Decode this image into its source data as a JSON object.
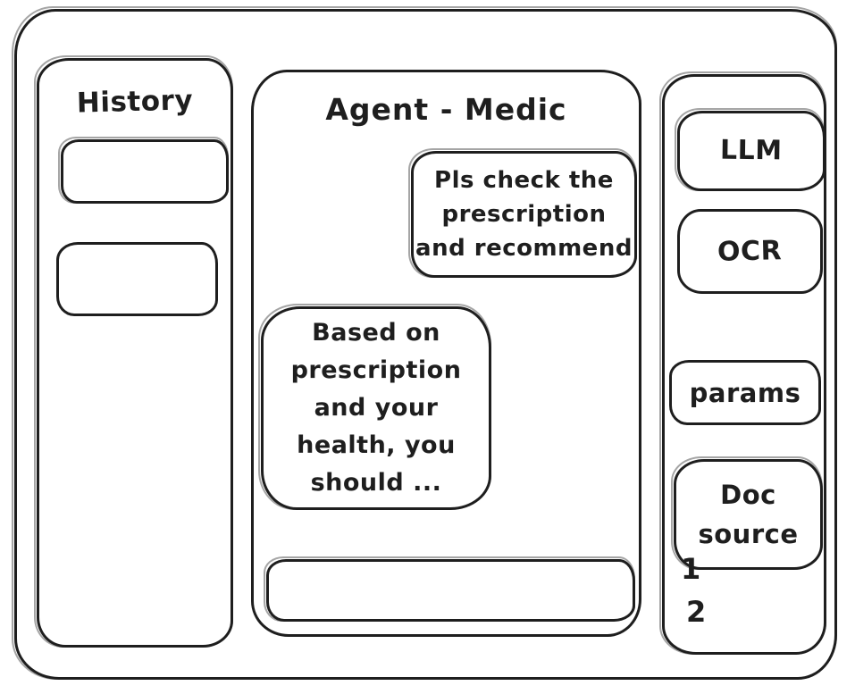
{
  "history_panel": {
    "title": "History",
    "items": [
      {
        "label": ""
      },
      {
        "label": ""
      }
    ]
  },
  "chat_panel": {
    "title": "Agent - Medic",
    "messages": [
      {
        "role": "user",
        "text": "Pls check the prescription and recommend",
        "lines": [
          "Pls check the",
          "prescription",
          "and recommend"
        ]
      },
      {
        "role": "assistant",
        "text": "Based on prescription and your health, you should ...",
        "lines": [
          "Based on",
          "prescription",
          "and your",
          "health, you",
          "should ..."
        ]
      }
    ],
    "input": {
      "value": ""
    }
  },
  "tools_panel": {
    "buttons": [
      {
        "id": "llm",
        "label": "LLM",
        "lines": [
          "LLM"
        ]
      },
      {
        "id": "ocr",
        "label": "OCR",
        "lines": [
          "OCR"
        ]
      },
      {
        "id": "params",
        "label": "params",
        "lines": [
          "params"
        ]
      },
      {
        "id": "doc-source",
        "label": "Doc source",
        "lines": [
          "Doc",
          "source"
        ]
      }
    ],
    "doc_sources": [
      "1",
      "2"
    ]
  },
  "colors": {
    "stroke": "#1e1e1e",
    "background": "#ffffff"
  }
}
